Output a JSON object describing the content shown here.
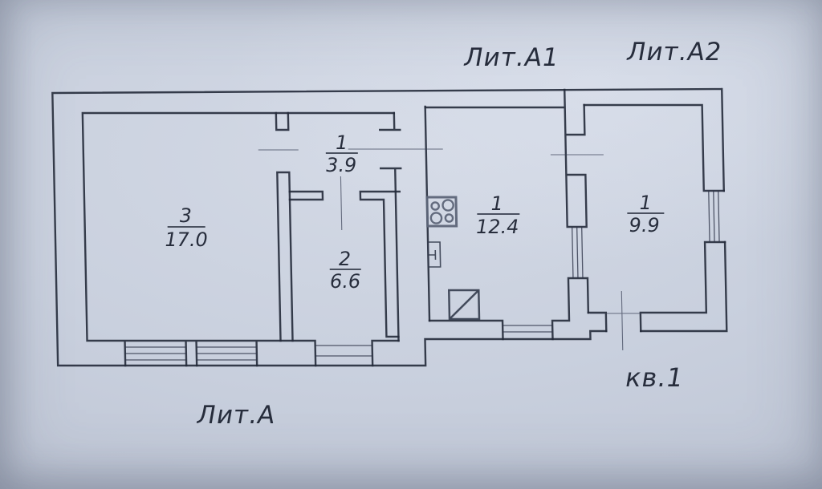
{
  "labels": {
    "section_a": "Лит.А",
    "section_a1": "Лит.А1",
    "section_a2": "Лит.А2",
    "apartment": "кв.1"
  },
  "rooms": [
    {
      "id": "room-3-lit-a",
      "number": "3",
      "area": "17.0"
    },
    {
      "id": "room-1-lit-a",
      "number": "1",
      "area": "3.9"
    },
    {
      "id": "room-2-lit-a",
      "number": "2",
      "area": "6.6"
    },
    {
      "id": "room-1-lit-a1",
      "number": "1",
      "area": "12.4"
    },
    {
      "id": "room-1-lit-a2",
      "number": "1",
      "area": "9.9"
    }
  ],
  "icons": {
    "stove": "4-burner-stove-symbol",
    "sink": "small-plumbing-fixture-symbol",
    "furnace": "furnace-square-with-diagonal-symbol"
  },
  "colors": {
    "paper": "#c9d0de",
    "ink": "#232a3a"
  }
}
